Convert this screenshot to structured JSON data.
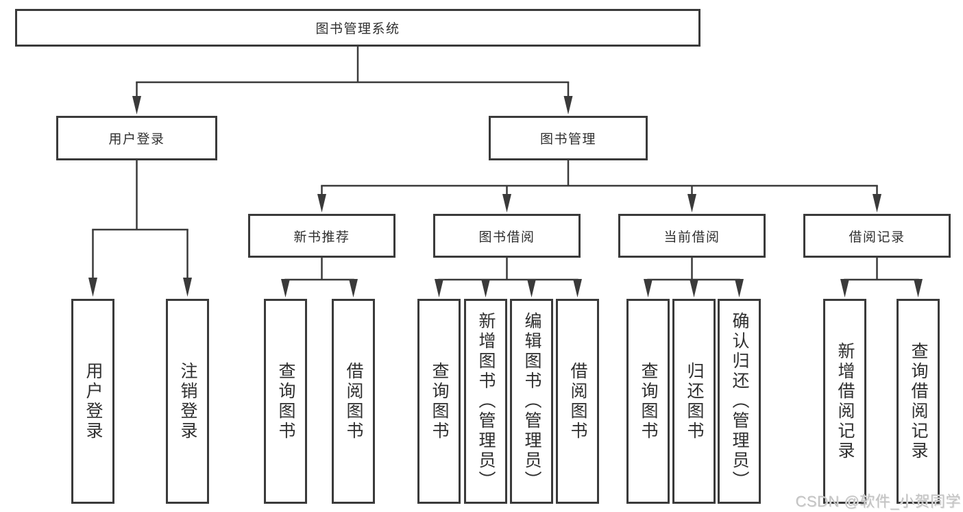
{
  "diagram": {
    "root": {
      "label": "图书管理系统"
    },
    "level2": [
      {
        "id": "user-login",
        "label": "用户登录"
      },
      {
        "id": "book-management",
        "label": "图书管理"
      }
    ],
    "level3": [
      {
        "id": "new-book-recommend",
        "label": "新书推荐",
        "parent": "图书管理"
      },
      {
        "id": "book-borrowing",
        "label": "图书借阅",
        "parent": "图书管理"
      },
      {
        "id": "current-borrowing",
        "label": "当前借阅",
        "parent": "图书管理"
      },
      {
        "id": "borrowing-records",
        "label": "借阅记录",
        "parent": "图书管理"
      }
    ],
    "leaves": [
      {
        "label": "用户登录",
        "parent": "用户登录"
      },
      {
        "label": "注销登录",
        "parent": "用户登录"
      },
      {
        "label": "查询图书",
        "parent": "新书推荐"
      },
      {
        "label": "借阅图书",
        "parent": "新书推荐"
      },
      {
        "label": "查询图书",
        "parent": "图书借阅"
      },
      {
        "label": "新增图书（管理员）",
        "parent": "图书借阅"
      },
      {
        "label": "编辑图书（管理员）",
        "parent": "图书借阅"
      },
      {
        "label": "借阅图书",
        "parent": "图书借阅"
      },
      {
        "label": "查询图书",
        "parent": "当前借阅"
      },
      {
        "label": "归还图书",
        "parent": "当前借阅"
      },
      {
        "label": "确认归还（管理员）",
        "parent": "当前借阅"
      },
      {
        "label": "新增借阅记录",
        "parent": "借阅记录"
      },
      {
        "label": "查询借阅记录",
        "parent": "借阅记录"
      }
    ]
  },
  "watermark": {
    "text": "CSDN @软件_小贺同学"
  },
  "colors": {
    "line": "#3a3a3a",
    "text": "#2f2f2f",
    "watermark": "#c3c3c3",
    "background": "#ffffff"
  }
}
